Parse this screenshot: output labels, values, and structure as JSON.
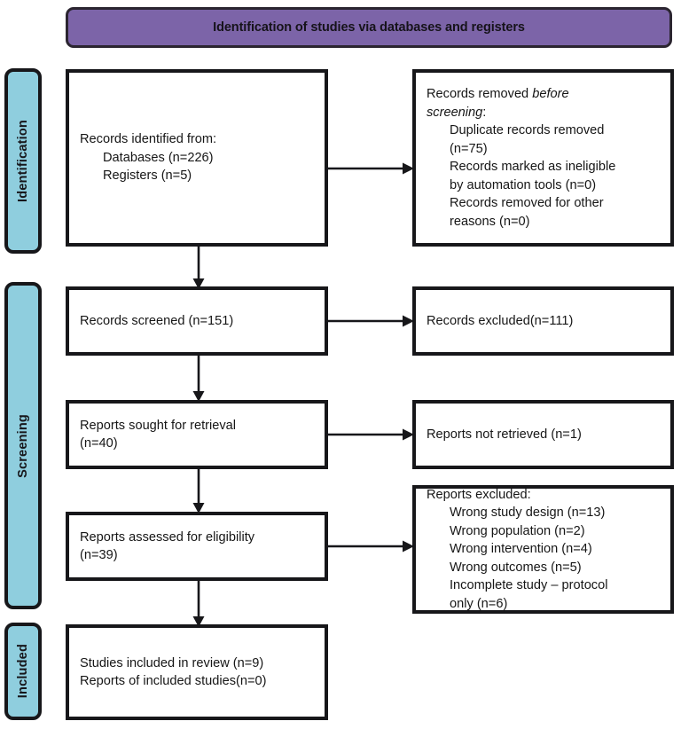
{
  "banner": {
    "title": "Identification of studies via databases and registers",
    "fill_color": "#7c64a8",
    "border_color": "#2b2530"
  },
  "theme": {
    "stage_fill": "#8fcede",
    "box_border": "#17171a",
    "box_fill": "#ffffff",
    "text_color": "#161616"
  },
  "stages": [
    {
      "id": "identification",
      "label": "Identification"
    },
    {
      "id": "screening",
      "label": "Screening"
    },
    {
      "id": "included",
      "label": "Included"
    }
  ],
  "boxes": {
    "identified": {
      "name": "records-identified",
      "lines": [
        {
          "text": "Records identified from:",
          "indent": false
        },
        {
          "text": "Databases (n=226)",
          "indent": true
        },
        {
          "text": "Registers (n=5)",
          "indent": true
        }
      ]
    },
    "removed": {
      "name": "records-removed-before-screening",
      "lines": [
        {
          "text": "Records removed ",
          "italic_tail": "before",
          "indent": false
        },
        {
          "text": "",
          "italic_head": "screening",
          "tail": ":",
          "indent": false
        },
        {
          "text": "Duplicate records removed",
          "indent": true
        },
        {
          "text": "(n=75)",
          "indent": true
        },
        {
          "text": "Records marked as ineligible",
          "indent": true
        },
        {
          "text": "by automation tools (n=0)",
          "indent": true
        },
        {
          "text": "Records removed for other",
          "indent": true
        },
        {
          "text": "reasons (n=0)",
          "indent": true
        }
      ]
    },
    "screened": {
      "name": "records-screened",
      "lines": [
        {
          "text": "Records screened (n=151)",
          "indent": false
        }
      ]
    },
    "excluded": {
      "name": "records-excluded",
      "lines": [
        {
          "text": "Records excluded(n=111)",
          "indent": false
        }
      ]
    },
    "sought": {
      "name": "reports-sought-for-retrieval",
      "lines": [
        {
          "text": "Reports sought for retrieval",
          "indent": false
        },
        {
          "text": "(n=40)",
          "indent": false
        }
      ]
    },
    "not_retrieved": {
      "name": "reports-not-retrieved",
      "lines": [
        {
          "text": "Reports not retrieved (n=1)",
          "indent": false
        }
      ]
    },
    "assessed": {
      "name": "reports-assessed-for-eligibility",
      "lines": [
        {
          "text": "Reports assessed for eligibility",
          "indent": false
        },
        {
          "text": "(n=39)",
          "indent": false
        }
      ]
    },
    "reports_excluded": {
      "name": "reports-excluded-with-reasons",
      "lines": [
        {
          "text": "Reports excluded:",
          "indent": false
        },
        {
          "text": "Wrong study design (n=13)",
          "indent": true
        },
        {
          "text": "Wrong population (n=2)",
          "indent": true
        },
        {
          "text": "Wrong intervention (n=4)",
          "indent": true
        },
        {
          "text": "Wrong outcomes (n=5)",
          "indent": true
        },
        {
          "text": "Incomplete study – protocol",
          "indent": true
        },
        {
          "text": "only (n=6)",
          "indent": true
        }
      ]
    },
    "included": {
      "name": "studies-included-in-review",
      "lines": [
        {
          "text": "Studies included in review (n=9)",
          "indent": false
        },
        {
          "text": "Reports of included studies(n=0)",
          "indent": false
        }
      ]
    }
  },
  "chart_data": {
    "type": "diagram",
    "title": "Identification of studies via databases and registers",
    "nodes": [
      {
        "id": "identified",
        "stage": "Identification",
        "label": "Records identified from: Databases (n=226); Registers (n=5)",
        "counts": {
          "databases": 226,
          "registers": 5
        }
      },
      {
        "id": "removed",
        "stage": "Identification",
        "label": "Records removed before screening",
        "counts": {
          "duplicate_records_removed": 75,
          "marked_ineligible_by_automation_tools": 0,
          "removed_for_other_reasons": 0
        }
      },
      {
        "id": "screened",
        "stage": "Screening",
        "label": "Records screened",
        "counts": {
          "n": 151
        }
      },
      {
        "id": "excluded",
        "stage": "Screening",
        "label": "Records excluded",
        "counts": {
          "n": 111
        }
      },
      {
        "id": "sought",
        "stage": "Screening",
        "label": "Reports sought for retrieval",
        "counts": {
          "n": 40
        }
      },
      {
        "id": "not_retrieved",
        "stage": "Screening",
        "label": "Reports not retrieved",
        "counts": {
          "n": 1
        }
      },
      {
        "id": "assessed",
        "stage": "Screening",
        "label": "Reports assessed for eligibility",
        "counts": {
          "n": 39
        }
      },
      {
        "id": "reports_excluded",
        "stage": "Screening",
        "label": "Reports excluded",
        "counts": {
          "wrong_study_design": 13,
          "wrong_population": 2,
          "wrong_intervention": 4,
          "wrong_outcomes": 5,
          "incomplete_study_protocol_only": 6
        }
      },
      {
        "id": "included",
        "stage": "Included",
        "label": "Studies included in review",
        "counts": {
          "studies_included_in_review": 9,
          "reports_of_included_studies": 0
        }
      }
    ],
    "edges": [
      {
        "from": "identified",
        "to": "removed",
        "direction": "right"
      },
      {
        "from": "identified",
        "to": "screened",
        "direction": "down"
      },
      {
        "from": "screened",
        "to": "excluded",
        "direction": "right"
      },
      {
        "from": "screened",
        "to": "sought",
        "direction": "down"
      },
      {
        "from": "sought",
        "to": "not_retrieved",
        "direction": "right"
      },
      {
        "from": "sought",
        "to": "assessed",
        "direction": "down"
      },
      {
        "from": "assessed",
        "to": "reports_excluded",
        "direction": "right"
      },
      {
        "from": "assessed",
        "to": "included",
        "direction": "down"
      }
    ]
  }
}
